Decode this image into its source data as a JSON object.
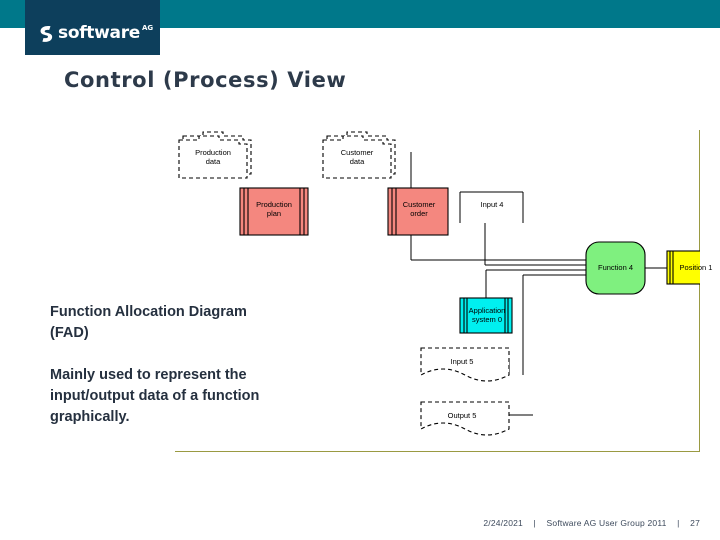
{
  "header": {
    "brand_word": "software",
    "brand_suffix": "AG",
    "band_color": "#00788a",
    "logo_box_color": "#0d3f5c"
  },
  "title": "Control (Process) View",
  "body": {
    "para1_line1": "Function Allocation Diagram",
    "para1_line2": "(FAD)",
    "para2_line1": "Mainly used to represent the",
    "para2_line2": "input/output data of a function",
    "para3": "graphically."
  },
  "diagram": {
    "nodes": [
      {
        "id": "production-data",
        "label_line1": "Production",
        "label_line2": "data",
        "shape": "cluster",
        "fill": "#ffffff"
      },
      {
        "id": "customer-data",
        "label_line1": "Customer",
        "label_line2": "data",
        "shape": "cluster",
        "fill": "#ffffff"
      },
      {
        "id": "production-plan",
        "label_line1": "Production",
        "label_line2": "plan",
        "shape": "entity",
        "fill": "#f4877f"
      },
      {
        "id": "customer-order",
        "label_line1": "Customer",
        "label_line2": "order",
        "shape": "entity",
        "fill": "#f4877f"
      },
      {
        "id": "input-4",
        "label_line1": "Input 4",
        "label_line2": "",
        "shape": "box",
        "fill": "#ffffff"
      },
      {
        "id": "function-4",
        "label_line1": "Function 4",
        "label_line2": "",
        "shape": "rounded",
        "fill": "#7ff07f"
      },
      {
        "id": "position-1",
        "label_line1": "Position 1",
        "label_line2": "",
        "shape": "entity",
        "fill": "#ffff00"
      },
      {
        "id": "application-system",
        "label_line1": "Application",
        "label_line2": "system 0",
        "shape": "entity",
        "fill": "#00f0f0"
      },
      {
        "id": "input-5",
        "label_line1": "Input 5",
        "label_line2": "",
        "shape": "document",
        "fill": "#ffffff"
      },
      {
        "id": "output-5",
        "label_line1": "Output 5",
        "label_line2": "",
        "shape": "document",
        "fill": "#ffffff"
      }
    ],
    "frame_color": "#9a9a42"
  },
  "footer": {
    "date": "2/24/2021",
    "sep1": "|",
    "event": "Software AG User Group 2011",
    "sep2": "|",
    "page": "27"
  }
}
